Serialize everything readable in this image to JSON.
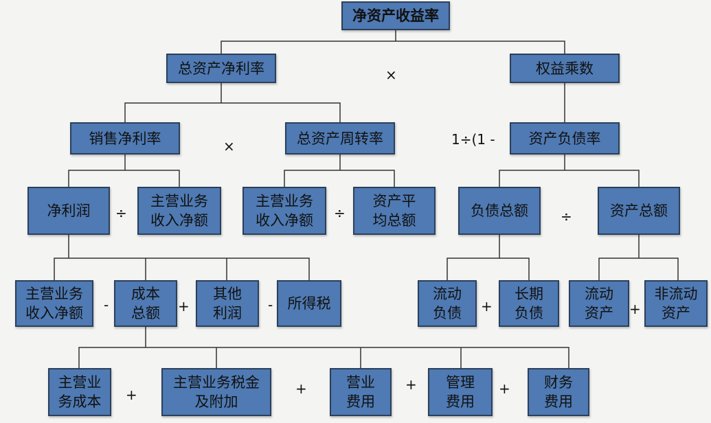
{
  "nodes": {
    "roe": "净资产收益率",
    "roa": "总资产净利率",
    "equity_multiplier": "权益乘数",
    "net_margin": "销售净利率",
    "asset_turnover": "总资产周转率",
    "debt_ratio": "资产负债率",
    "net_profit": "净利润",
    "revenue_a": "主营业务\n收入净额",
    "revenue_b": "主营业务\n收入净额",
    "avg_assets": "资产平\n均总额",
    "total_liabilities": "负债总额",
    "total_assets": "资产总额",
    "revenue_c": "主营业务\n收入净额",
    "total_cost": "成本\n总额",
    "other_profit": "其他\n利润",
    "income_tax": "所得税",
    "current_liabilities": "流动\n负债",
    "longterm_liabilities": "长期\n负债",
    "current_assets": "流动\n资产",
    "noncurrent_assets": "非流动\n资产",
    "main_cost": "主营业\n务成本",
    "main_tax": "主营业务税金\n及附加",
    "selling_expense": "营业\n费用",
    "admin_expense": "管理\n费用",
    "finance_expense": "财务\n费用"
  },
  "operators": {
    "times": "×",
    "divide": "÷",
    "plus": "+",
    "minus": "-",
    "one_minus": "1÷(1 -"
  },
  "colors": {
    "box_fill": "#4f7ab3",
    "box_border": "#2b3f5c",
    "line": "#333333",
    "background": "#f4f4f2"
  }
}
